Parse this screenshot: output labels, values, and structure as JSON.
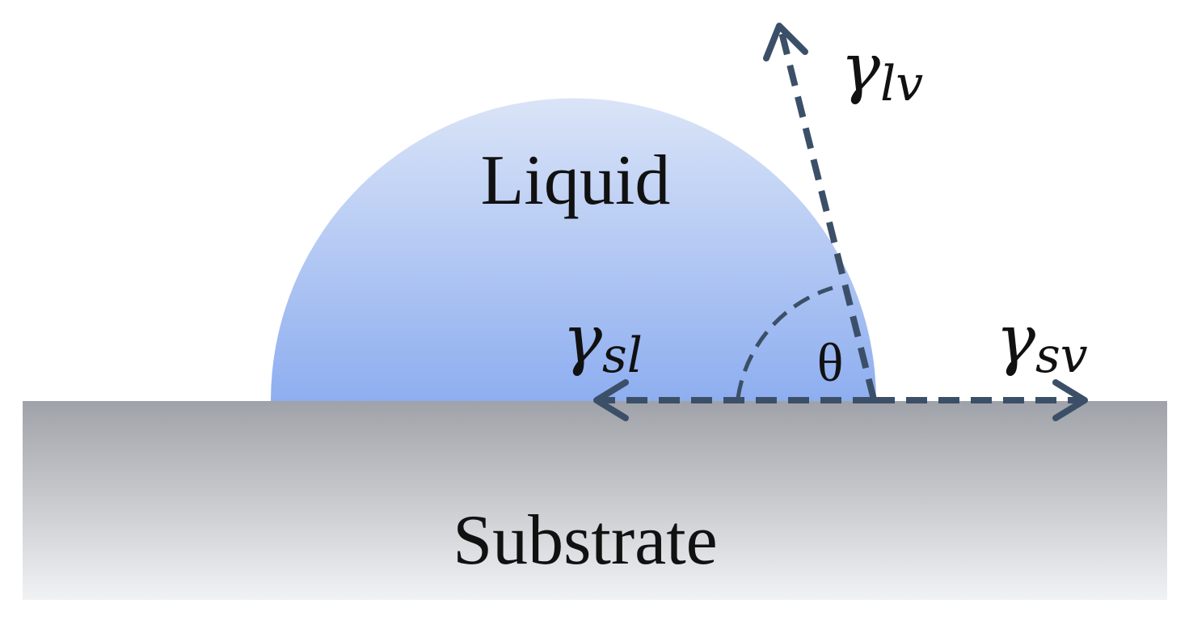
{
  "labels": {
    "liquid": "Liquid",
    "substrate": "Substrate",
    "theta": "θ",
    "gamma": "γ",
    "lv_sub": "lv",
    "sl_sub": "sl",
    "sv_sub": "sv"
  },
  "colors": {
    "arrow": "#3b5068",
    "liquid_top": "#dae4f7",
    "liquid_bottom": "#8eaef0",
    "substrate_top": "#9fa2a8",
    "substrate_bottom": "#f1f2f4"
  }
}
